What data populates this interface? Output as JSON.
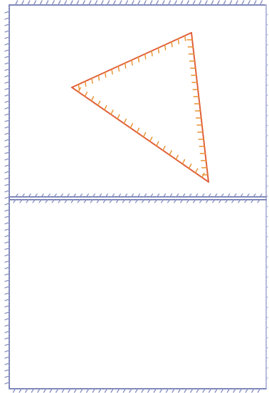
{
  "diagram": {
    "type": "boundary-hatch-drawing",
    "colors": {
      "background": "#ffffff",
      "frame_line": "#7d86b8",
      "frame_hatch": "#8a92c2",
      "triangle_line": "#e0603a",
      "triangle_hatch": "#e8902e"
    },
    "regions": [
      {
        "name": "upper-panel"
      },
      {
        "name": "lower-panel"
      }
    ],
    "shapes": [
      {
        "name": "triangle",
        "vertices": 3
      }
    ]
  }
}
